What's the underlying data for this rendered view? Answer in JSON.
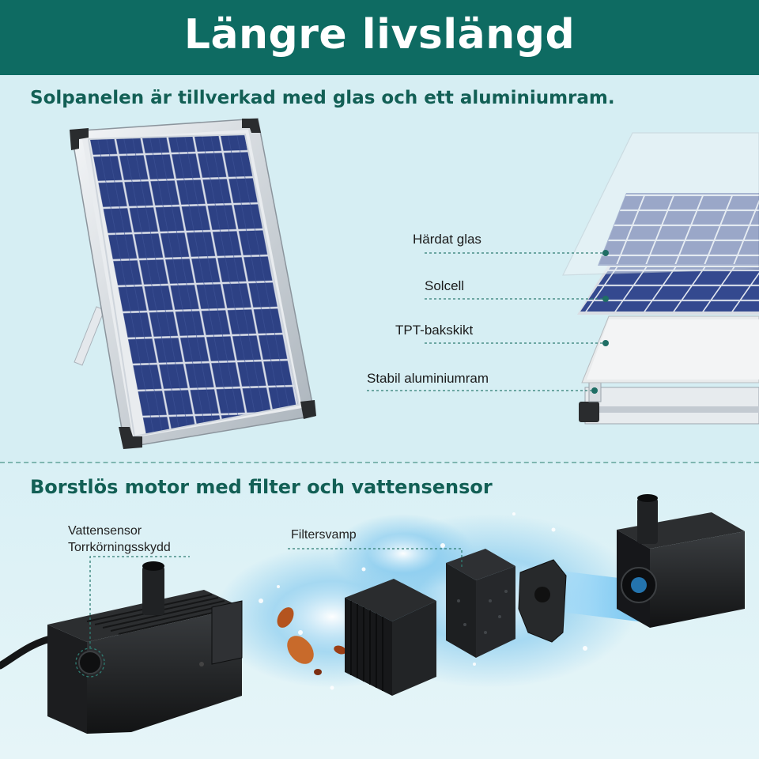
{
  "header": {
    "title": "Längre livslängd"
  },
  "section_panel": {
    "heading": "Solpanelen är tillverkad med glas och ett aluminiumram.",
    "layers": [
      "Härdat glas",
      "Solcell",
      "TPT-bakskikt",
      "Stabil aluminiumram"
    ]
  },
  "section_pump": {
    "heading": "Borstlös motor med filter och vattensensor",
    "sensor_label": [
      "Vattensensor",
      "Torrkörningsskydd"
    ],
    "filter_label": "Filtersvamp"
  },
  "colors": {
    "brand": "#0e6b62",
    "heading": "#125f55",
    "background": "#d6eef3",
    "cell": "#2b3f80"
  }
}
